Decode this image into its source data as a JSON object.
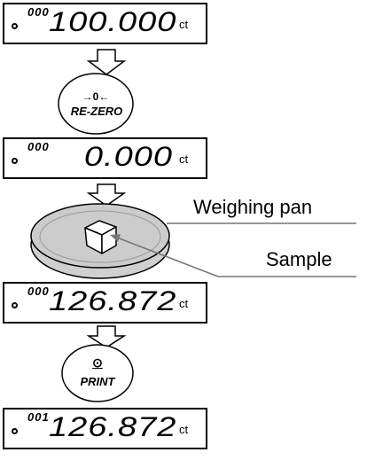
{
  "displays": [
    {
      "counter": "000",
      "value": "100.000",
      "unit": "ct"
    },
    {
      "counter": "000",
      "value": "0.000",
      "unit": "ct"
    },
    {
      "counter": "000",
      "value": "126.872",
      "unit": "ct"
    },
    {
      "counter": "001",
      "value": "126.872",
      "unit": "ct"
    }
  ],
  "rezero_key": {
    "symbol": "→0←",
    "label": "RE-ZERO"
  },
  "print_key": {
    "symbol": "⊙",
    "label": "PRINT"
  },
  "callouts": {
    "weighing_pan": "Weighing pan",
    "sample": "Sample"
  }
}
